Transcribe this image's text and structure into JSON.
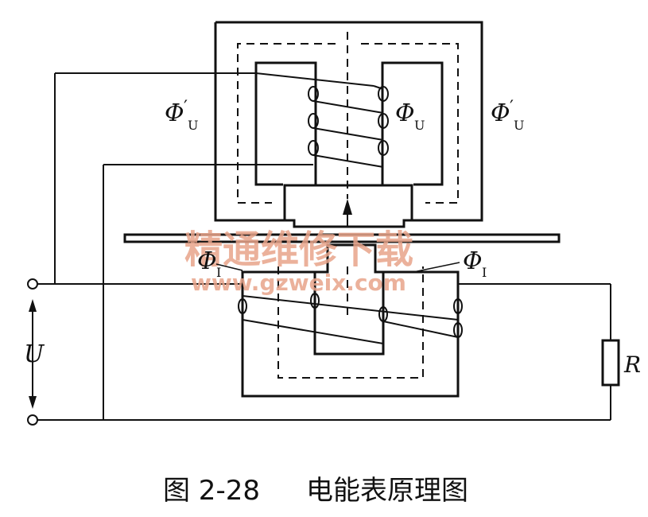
{
  "labels": {
    "phi_u_left": "Φ",
    "phi_u_left_prime": "′",
    "phi_u_left_sub": "U",
    "phi_u_center": "Φ",
    "phi_u_center_sub": "U",
    "phi_u_right": "Φ",
    "phi_u_right_prime": "′",
    "phi_u_right_sub": "U",
    "phi_i_left": "Φ",
    "phi_i_left_sub": "I",
    "phi_i_right": "Φ",
    "phi_i_right_sub": "I",
    "voltage": "U",
    "resistor": "R"
  },
  "watermark": {
    "line1": "精通维修下载",
    "line2": "www.gzweix.com"
  },
  "caption": {
    "figure_number": "图 2-28",
    "title": "电能表原理图"
  },
  "colors": {
    "ink": "#111111",
    "watermark": "#e8a48a"
  }
}
